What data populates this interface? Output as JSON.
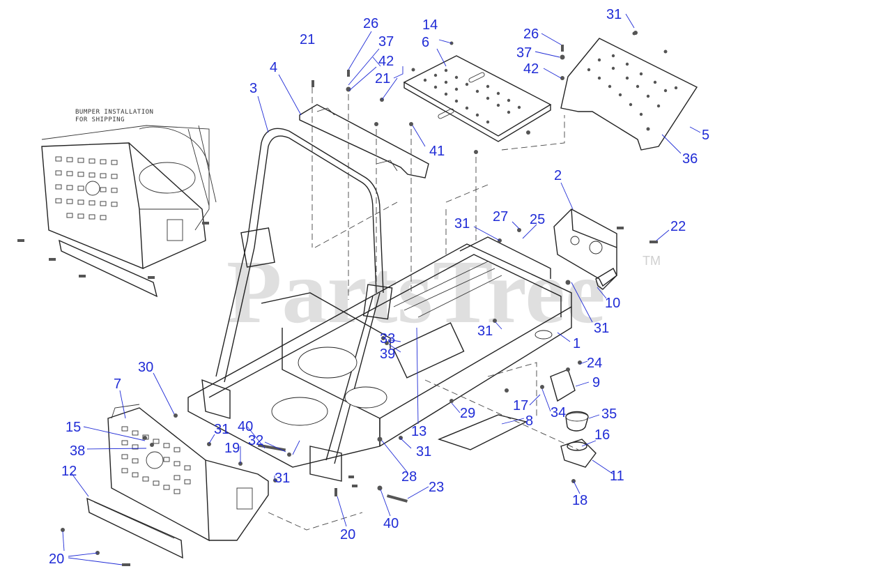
{
  "watermark": {
    "text": "PartsTree",
    "trademark": "TM"
  },
  "inset_note": {
    "line1": "BUMPER INSTALLATION",
    "line2": "FOR SHIPPING"
  },
  "colors": {
    "callout": "#1f2bd6",
    "linework": "#222222",
    "watermark": "#cfcfcf"
  },
  "callouts": [
    {
      "id": "c-26a",
      "text": "26"
    },
    {
      "id": "c-37a",
      "text": "37"
    },
    {
      "id": "c-42a",
      "text": "42"
    },
    {
      "id": "c-21a",
      "text": "21"
    },
    {
      "id": "c-21b",
      "text": "21"
    },
    {
      "id": "c-14",
      "text": "14"
    },
    {
      "id": "c-6",
      "text": "6"
    },
    {
      "id": "c-4",
      "text": "4"
    },
    {
      "id": "c-3",
      "text": "3"
    },
    {
      "id": "c-41",
      "text": "41"
    },
    {
      "id": "c-26b",
      "text": "26"
    },
    {
      "id": "c-37b",
      "text": "37"
    },
    {
      "id": "c-42b",
      "text": "42"
    },
    {
      "id": "c-31a",
      "text": "31"
    },
    {
      "id": "c-5",
      "text": "5"
    },
    {
      "id": "c-36",
      "text": "36"
    },
    {
      "id": "c-2",
      "text": "2"
    },
    {
      "id": "c-27",
      "text": "27"
    },
    {
      "id": "c-25",
      "text": "25"
    },
    {
      "id": "c-31b",
      "text": "31"
    },
    {
      "id": "c-22",
      "text": "22"
    },
    {
      "id": "c-10",
      "text": "10"
    },
    {
      "id": "c-31c",
      "text": "31"
    },
    {
      "id": "c-31d",
      "text": "31"
    },
    {
      "id": "c-1",
      "text": "1"
    },
    {
      "id": "c-33",
      "text": "33"
    },
    {
      "id": "c-39",
      "text": "39"
    },
    {
      "id": "c-24",
      "text": "24"
    },
    {
      "id": "c-9",
      "text": "9"
    },
    {
      "id": "c-30",
      "text": "30"
    },
    {
      "id": "c-7",
      "text": "7"
    },
    {
      "id": "c-17",
      "text": "17"
    },
    {
      "id": "c-34",
      "text": "34"
    },
    {
      "id": "c-35",
      "text": "35"
    },
    {
      "id": "c-29",
      "text": "29"
    },
    {
      "id": "c-8",
      "text": "8"
    },
    {
      "id": "c-15",
      "text": "15"
    },
    {
      "id": "c-31e",
      "text": "31"
    },
    {
      "id": "c-40a",
      "text": "40"
    },
    {
      "id": "c-38",
      "text": "38"
    },
    {
      "id": "c-19",
      "text": "19"
    },
    {
      "id": "c-32",
      "text": "32"
    },
    {
      "id": "c-13",
      "text": "13"
    },
    {
      "id": "c-16",
      "text": "16"
    },
    {
      "id": "c-31f",
      "text": "31"
    },
    {
      "id": "c-12",
      "text": "12"
    },
    {
      "id": "c-31g",
      "text": "31"
    },
    {
      "id": "c-11",
      "text": "11"
    },
    {
      "id": "c-28",
      "text": "28"
    },
    {
      "id": "c-23",
      "text": "23"
    },
    {
      "id": "c-18",
      "text": "18"
    },
    {
      "id": "c-40b",
      "text": "40"
    },
    {
      "id": "c-20a",
      "text": "20"
    },
    {
      "id": "c-20b",
      "text": "20"
    }
  ]
}
